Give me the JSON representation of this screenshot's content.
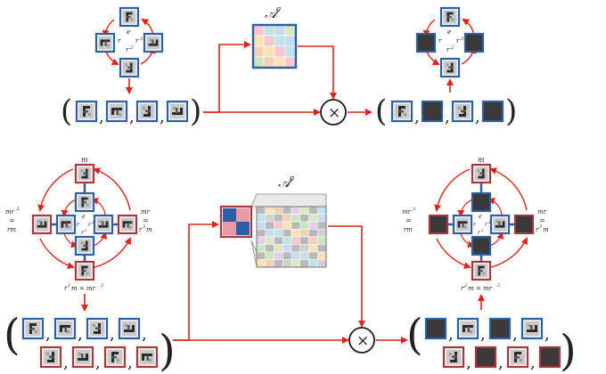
{
  "colors": {
    "arrow": "#e3221c",
    "blue_frame": "#2b5fa6",
    "red_frame": "#a8383d",
    "dark_cell": "#3a3a3a",
    "ink": "#1a1a1a"
  },
  "top_row": {
    "matrix_label": "𝒜",
    "matrix_superscript": "c",
    "multiply_symbol": "×",
    "cycle_labels": [
      "e",
      "r",
      "r",
      "3",
      "r",
      "2"
    ],
    "input_tuple": {
      "open": "(",
      "close": ")",
      "commas": ",",
      "count": 4
    },
    "output_tuple": {
      "open": "(",
      "close": ")",
      "commas": ",",
      "count": 4,
      "dark_positions": [
        2,
        4
      ]
    },
    "output_node_dark": [
      false,
      true,
      false,
      true
    ]
  },
  "bottom_row": {
    "matrix_label": "𝒜",
    "matrix_superscript": "c",
    "multiply_symbol": "×",
    "node_labels": {
      "top": "m",
      "left_top": "mr",
      "left_top_sup": "3",
      "left_eq": "=",
      "left_bottom": "rm",
      "right_top": "mr",
      "right_eq": "=",
      "right_bottom": "r",
      "right_bottom_sup": "3",
      "right_bottom_tail": "m",
      "bottom": "r",
      "bottom_sup": "2",
      "bottom_tail": "m = mr",
      "bottom_tail_sup": "2"
    },
    "inner_labels": [
      "e",
      "r",
      "r",
      "3",
      "r",
      "2"
    ],
    "input_tuple": {
      "open": "(",
      "close": ")",
      "commas": ",",
      "count": 8
    },
    "output_tuple": {
      "open": "(",
      "close": ")",
      "commas": ",",
      "count": 8
    }
  }
}
